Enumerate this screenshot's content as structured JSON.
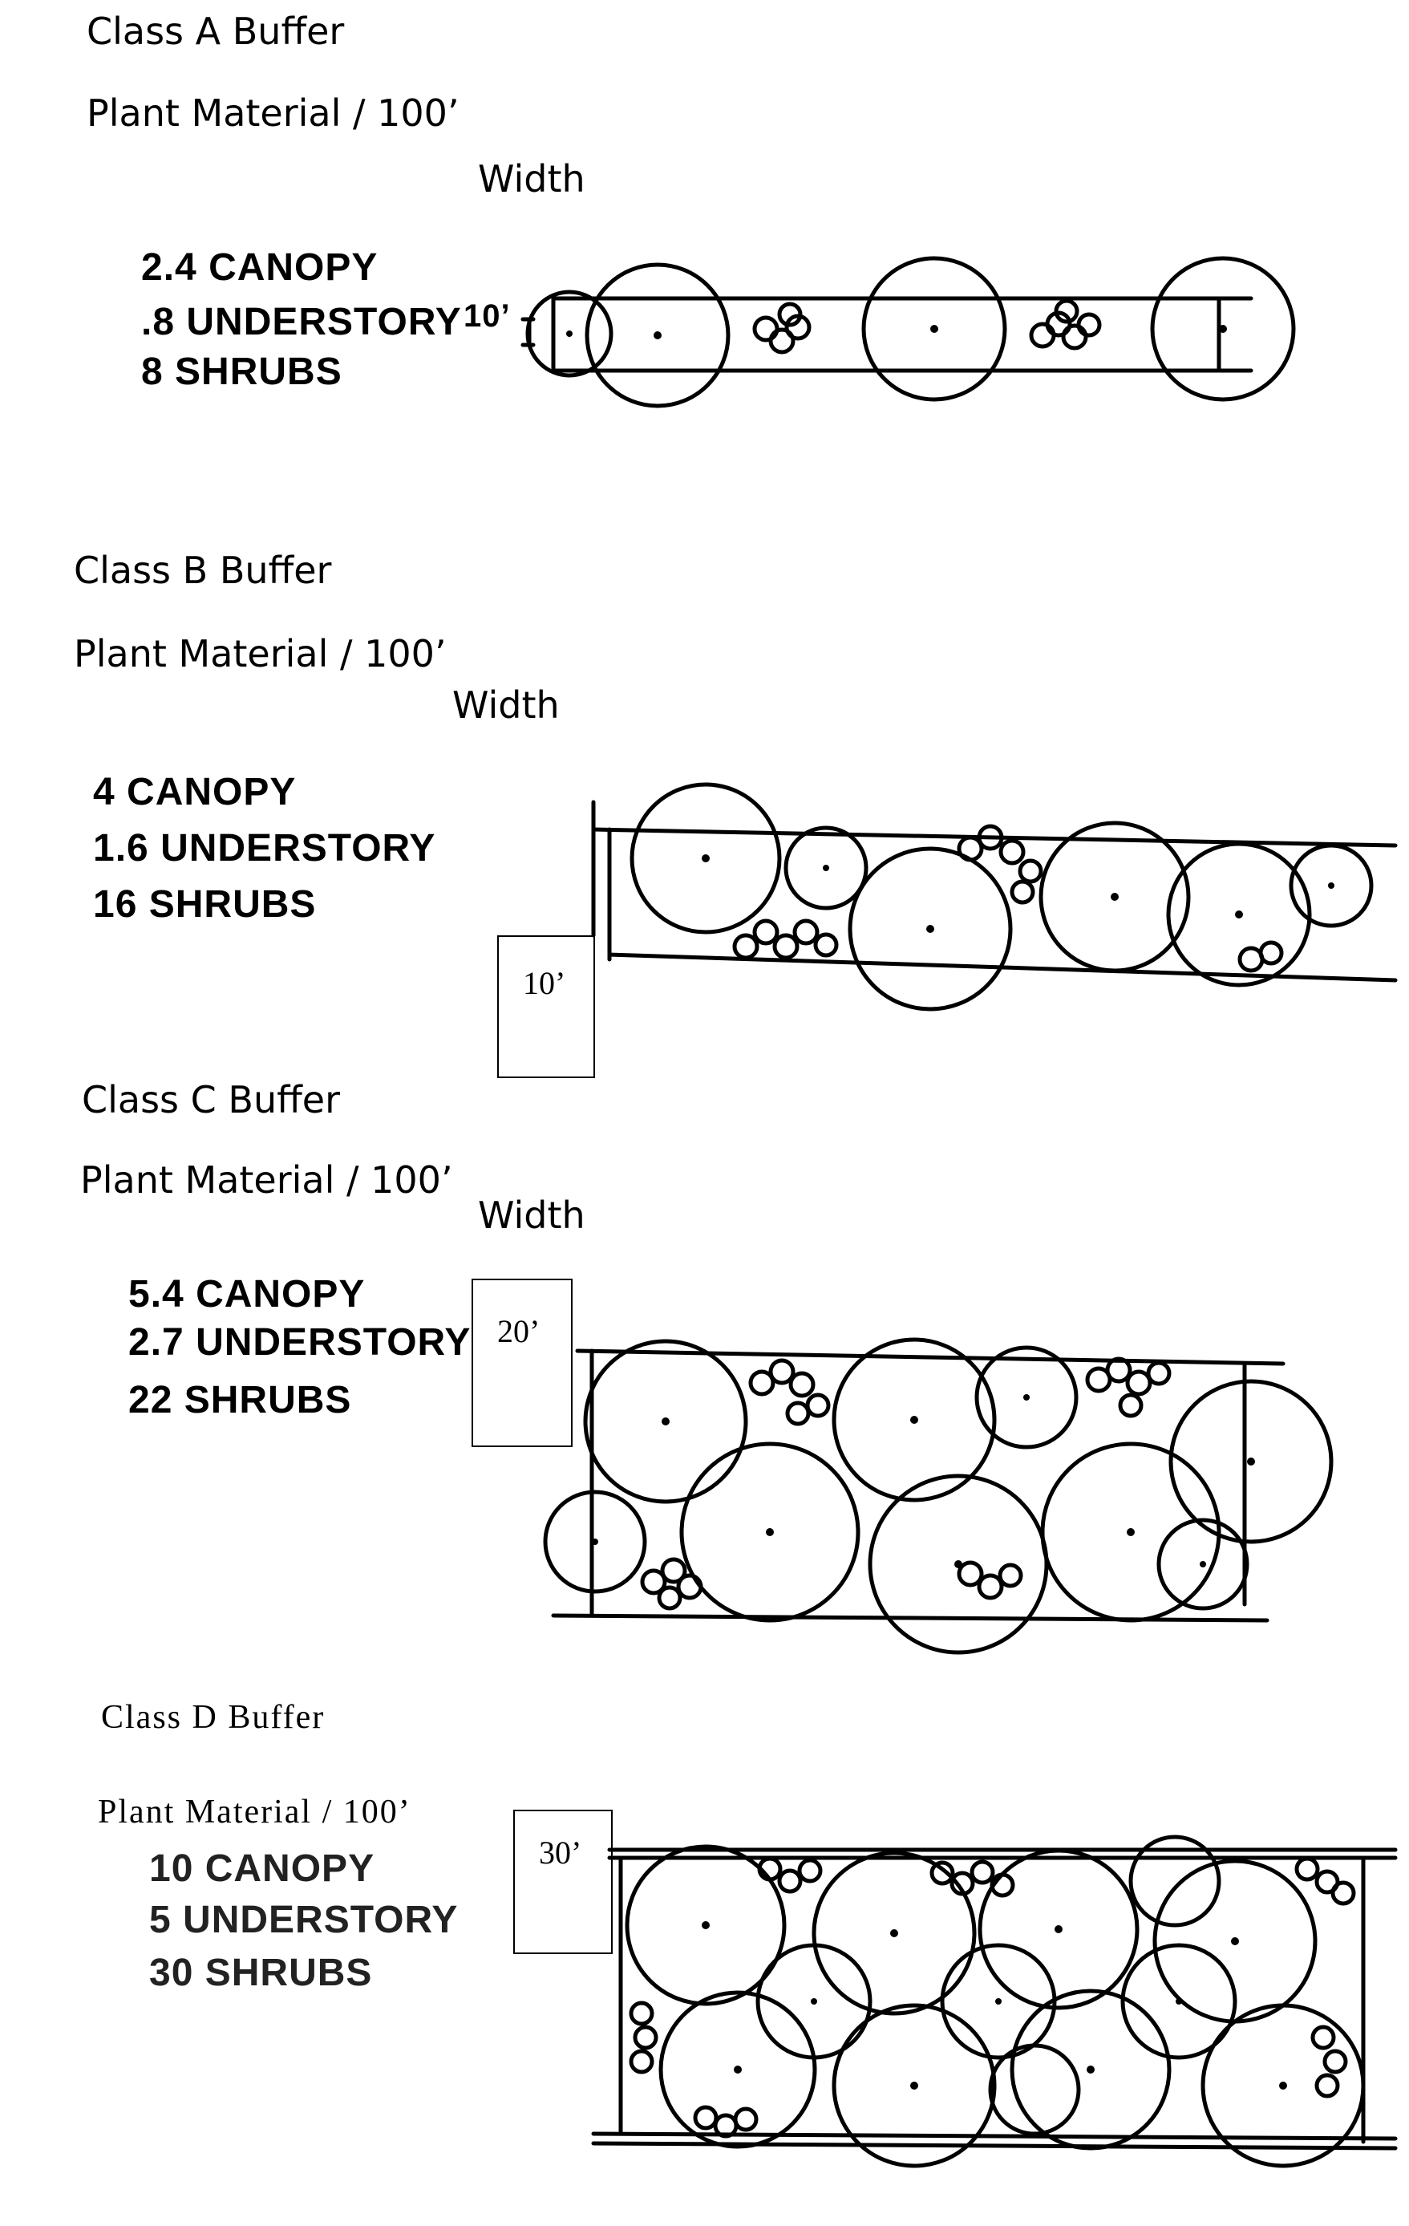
{
  "buffers": [
    {
      "title": "Class A Buffer",
      "subtitle": "Plant Material / 100’",
      "width_label": "Width",
      "width_value": "10’",
      "items": [
        "2.4 CANOPY",
        ".8 UNDERSTORY",
        "8 SHRUBS"
      ]
    },
    {
      "title": "Class B Buffer",
      "subtitle": "Plant Material / 100’",
      "width_label": "Width",
      "width_value": "10’",
      "items": [
        "4 CANOPY",
        "1.6 UNDERSTORY",
        "16 SHRUBS"
      ]
    },
    {
      "title": "Class C Buffer",
      "subtitle": "Plant Material / 100’",
      "width_label": "Width",
      "width_value": "20’",
      "items": [
        "5.4 CANOPY",
        "2.7 UNDERSTORY",
        "22 SHRUBS"
      ]
    },
    {
      "title": "Class D Buffer",
      "subtitle": "Plant Material / 100’",
      "width_value": "30’",
      "items": [
        "10 CANOPY",
        "5 UNDERSTORY",
        "30 SHRUBS"
      ]
    }
  ]
}
